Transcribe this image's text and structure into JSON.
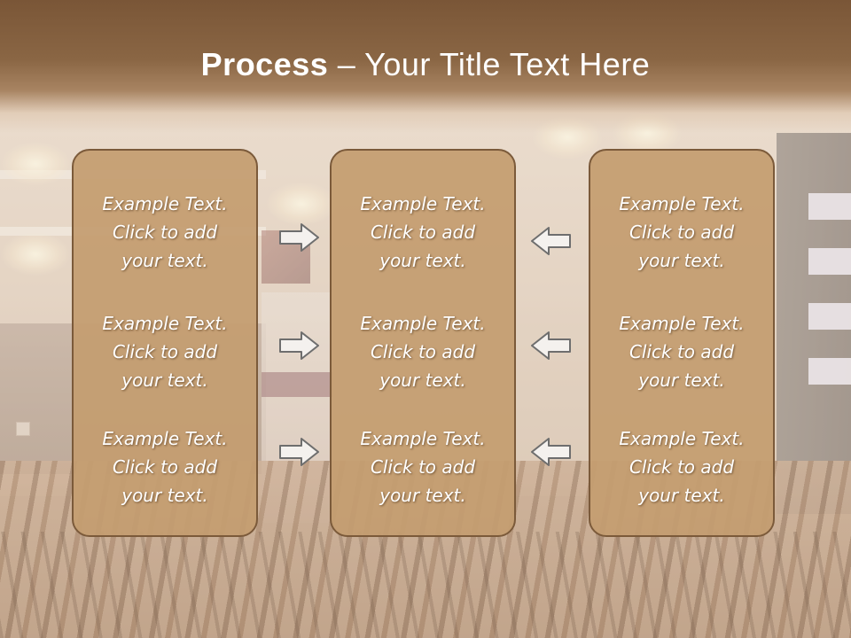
{
  "title": {
    "bold": "Process",
    "rest": " – Your Title Text Here"
  },
  "columns": [
    {
      "items": [
        {
          "line1": "Example Text.",
          "line2": "Click  to add",
          "line3": "your text."
        },
        {
          "line1": "Example Text.",
          "line2": "Click  to add",
          "line3": "your text."
        },
        {
          "line1": "Example Text.",
          "line2": "Click  to add",
          "line3": "your text."
        }
      ]
    },
    {
      "items": [
        {
          "line1": "Example Text.",
          "line2": "Click  to add",
          "line3": "your text."
        },
        {
          "line1": "Example Text.",
          "line2": "Click  to add",
          "line3": "your text."
        },
        {
          "line1": "Example Text.",
          "line2": "Click  to add",
          "line3": "your text."
        }
      ]
    },
    {
      "items": [
        {
          "line1": "Example Text.",
          "line2": "Click  to add",
          "line3": "your text."
        },
        {
          "line1": "Example Text.",
          "line2": "Click  to add",
          "line3": "your text."
        },
        {
          "line1": "Example Text.",
          "line2": "Click  to add",
          "line3": "your text."
        }
      ]
    }
  ],
  "arrows": {
    "left_group": "arrow-right-icon",
    "right_group": "arrow-left-icon"
  },
  "colors": {
    "box_fill": "#c49d70",
    "box_border": "#7b5a3a",
    "title_bar": "#7a5637",
    "text": "#ffffff"
  }
}
